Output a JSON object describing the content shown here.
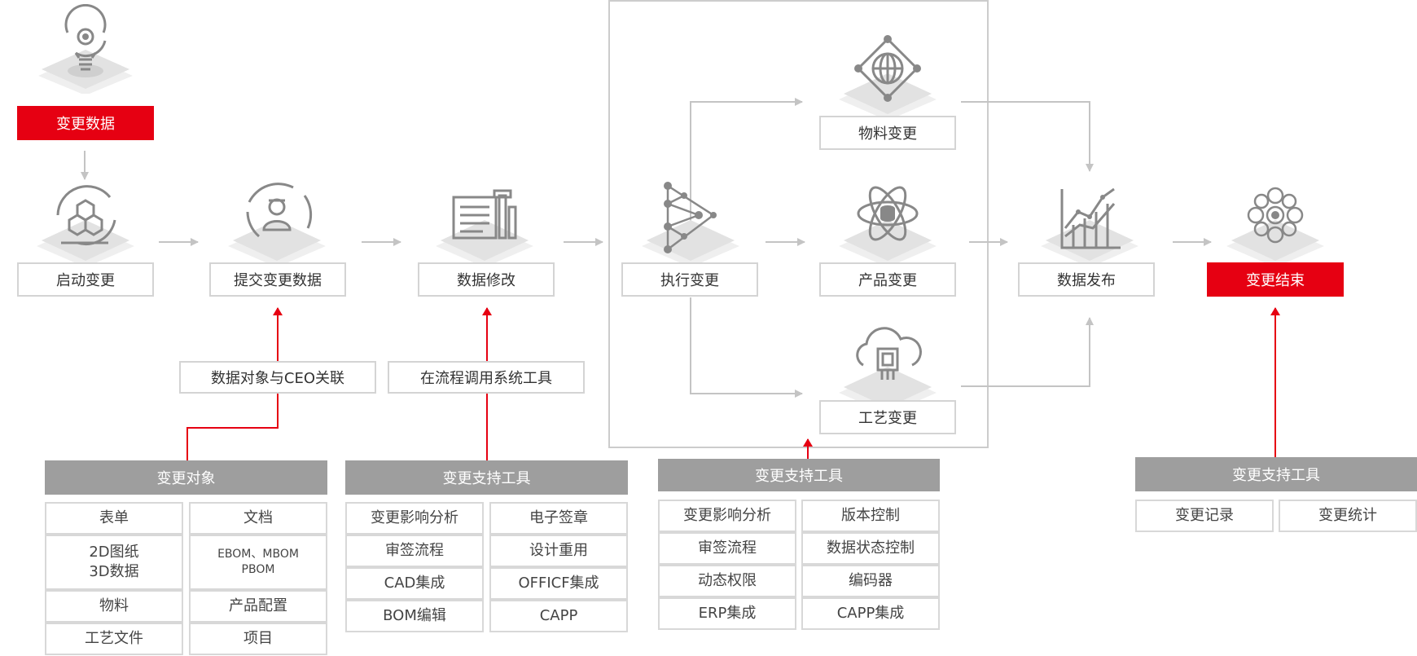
{
  "nodes": {
    "change_data": "变更数据",
    "start_change": "启动变更",
    "submit_change_data": "提交变更数据",
    "data_modify": "数据修改",
    "execute_change": "执行变更",
    "material_change": "物料变更",
    "product_change": "产品变更",
    "process_change": "工艺变更",
    "data_publish": "数据发布",
    "change_end": "变更结束"
  },
  "labels": {
    "ceo_link": "数据对象与CEO关联",
    "call_tools": "在流程调用系统工具"
  },
  "tables": {
    "objects": {
      "header": "变更对象",
      "cells": [
        "表单",
        "文档",
        "2D图纸",
        "3D数据",
        "EBOM、MBOM",
        "PBOM",
        "物料",
        "产品配置",
        "工艺文件",
        "项目"
      ]
    },
    "tools1": {
      "header": "变更支持工具",
      "cells": [
        "变更影响分析",
        "电子签章",
        "审签流程",
        "设计重用",
        "CAD集成",
        "OFFICF集成",
        "BOM编辑",
        "CAPP"
      ]
    },
    "tools2": {
      "header": "变更支持工具",
      "cells": [
        "变更影响分析",
        "版本控制",
        "审签流程",
        "数据状态控制",
        "动态权限",
        "编码器",
        "ERP集成",
        "CAPP集成"
      ]
    },
    "tools3": {
      "header": "变更支持工具",
      "cells": [
        "变更记录",
        "变更统计"
      ]
    }
  },
  "colors": {
    "accent": "#e60012",
    "gray_header": "#9e9e9e",
    "line": "#c8c8c8"
  },
  "icons": [
    "lightbulb-gear-icon",
    "hexagon-cycle-icon",
    "engineer-cycle-icon",
    "document-tools-icon",
    "network-triangle-icon",
    "globe-network-icon",
    "atom-database-icon",
    "cloud-chip-icon",
    "growth-chart-icon",
    "flower-network-icon"
  ]
}
